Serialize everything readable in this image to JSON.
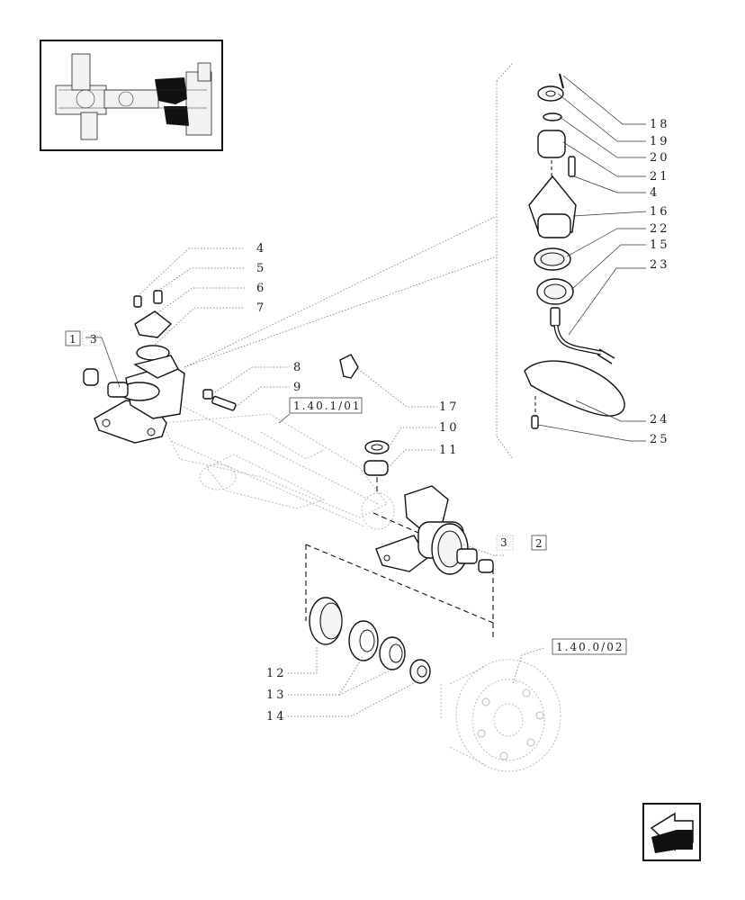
{
  "references": {
    "axle_group": "1.40.1/01",
    "hub_group": "1.40.0/02",
    "ref_left_box": "1",
    "ref_left_num": "3",
    "ref_right_num": "3",
    "ref_right_box": "2"
  },
  "part_labels": {
    "p4a": "4",
    "p5": "5",
    "p6": "6",
    "p7": "7",
    "p8": "8",
    "p9": "9",
    "p17": "17",
    "p10": "10",
    "p11": "11",
    "p18": "18",
    "p19": "19",
    "p20": "20",
    "p21": "21",
    "p4b": "4",
    "p16": "16",
    "p22": "22",
    "p15": "15",
    "p23": "23",
    "p24": "24",
    "p25": "25",
    "p12": "12",
    "p13": "13",
    "p14": "14"
  }
}
